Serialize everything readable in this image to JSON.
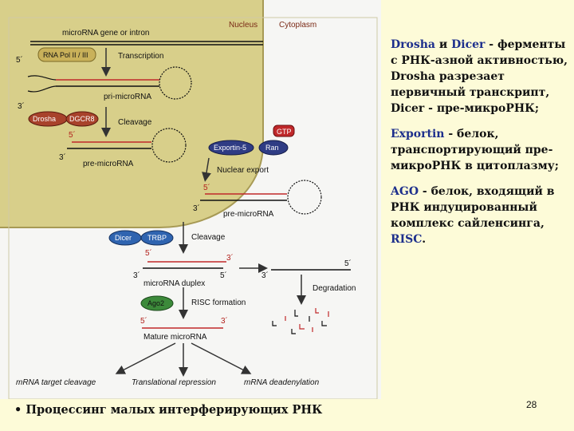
{
  "figure": {
    "regions": {
      "nucleus": "Nucleus",
      "cytoplasm": "Cytoplasm"
    },
    "gene": "microRNA gene or intron",
    "proteins": {
      "rna_pol": "RNA Pol II / III",
      "drosha": "Drosha",
      "dgcr8": "DGCR8",
      "gtp": "GTP",
      "exportin": "Exportin-5",
      "ran": "Ran",
      "dicer": "Dicer",
      "trbp": "TRBP",
      "ago2": "Ago2"
    },
    "steps": {
      "transcription": "Transcription",
      "cleavage1": "Cleavage",
      "export": "Nuclear export",
      "cleavage2": "Cleavage",
      "risc": "RISC formation",
      "degradation": "Degradation"
    },
    "molecules": {
      "pri": "pri-microRNA",
      "pre1": "pre-microRNA",
      "pre2": "pre-microRNA",
      "duplex": "microRNA duplex",
      "mature": "Mature microRNA"
    },
    "outcomes": {
      "cleavage": "mRNA target cleavage",
      "repression": "Translational repression",
      "deadenylation": "mRNA deadenylation"
    },
    "ends": {
      "five": "5´",
      "three": "3´"
    }
  },
  "notes": [
    {
      "keyword": "Drosha",
      "text_a": " и ",
      "keyword2": "Dicer",
      "text_b": " - ферменты с РНК-азной активностью, Drosha разрезает первичный транскрипт, Dicer - пре-микроРНК;"
    },
    {
      "keyword": "Exportin",
      "text_a": " - белок, транспортирующий пре-микроРНК в цитоплазму;",
      "keyword2": "",
      "text_b": ""
    },
    {
      "keyword": "AGO",
      "text_a": " - белок, входящий в РНК индуцированный комплекс сайленсинга, ",
      "keyword2": "RISC",
      "text_b": "."
    }
  ],
  "caption": "• Процессинг малых интерферирующих РНК",
  "page_number": "28",
  "colors": {
    "nucleus": "#d8cf8a",
    "cytoplasm": "#f6f6f6",
    "drosha": "#a8422b",
    "exportin": "#2f3c84",
    "dicer": "#2f64b0",
    "ago2": "#3c8a3a",
    "rna_red": "#c0282a",
    "keyword_blue": "#1d2f8c"
  }
}
